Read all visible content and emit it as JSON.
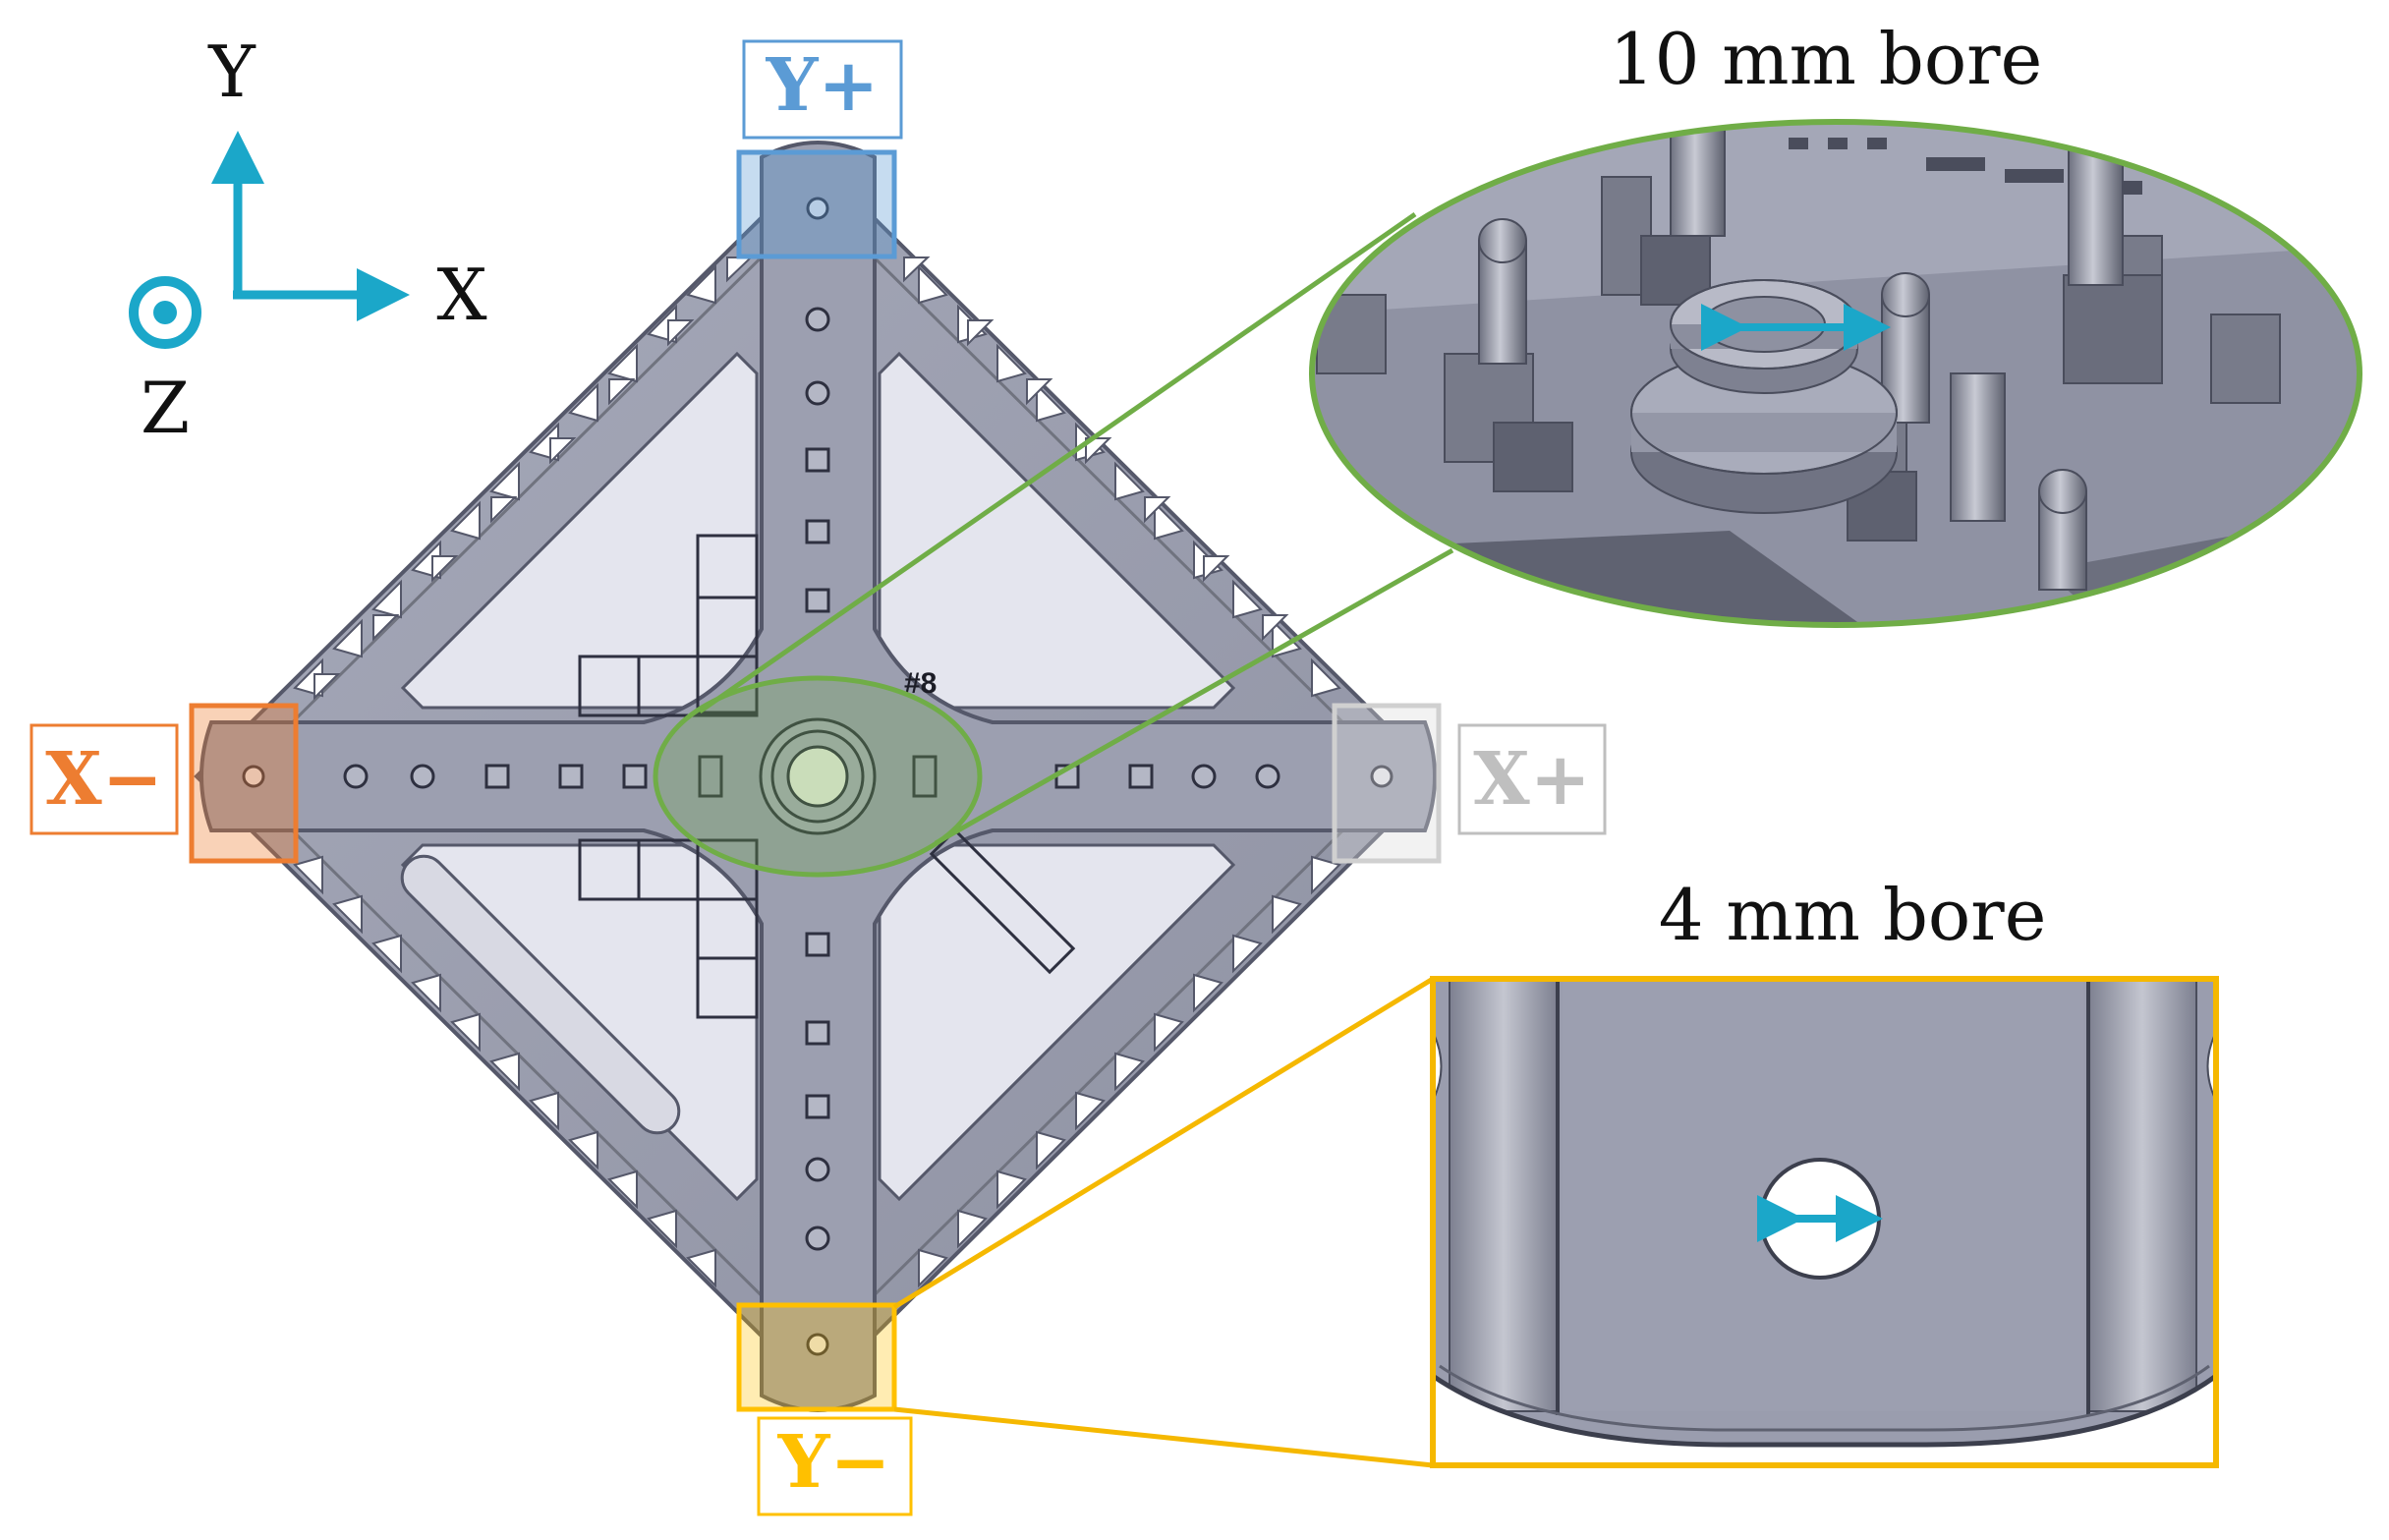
{
  "axes": {
    "y_label": "Y",
    "x_label": "X",
    "z_label": "Z",
    "color": "#1ba7c9"
  },
  "face_labels": {
    "y_plus": "Y+",
    "y_minus": "Y−",
    "x_plus": "X+",
    "x_minus": "X−"
  },
  "callouts": {
    "large_bore": "10 mm bore",
    "small_bore": "4 mm bore"
  },
  "board_marking": "#8",
  "colors": {
    "y_plus": "#5b9bd5",
    "y_minus": "#ffc000",
    "x_plus": "#bfbfbf",
    "x_minus": "#ed7d31",
    "large_bore_highlight": "#70ad47",
    "small_bore_highlight": "#f5b800",
    "metal": "#9a9dae",
    "metal_dark": "#6b6e7e",
    "bore_arrow": "#1ba7c9"
  }
}
